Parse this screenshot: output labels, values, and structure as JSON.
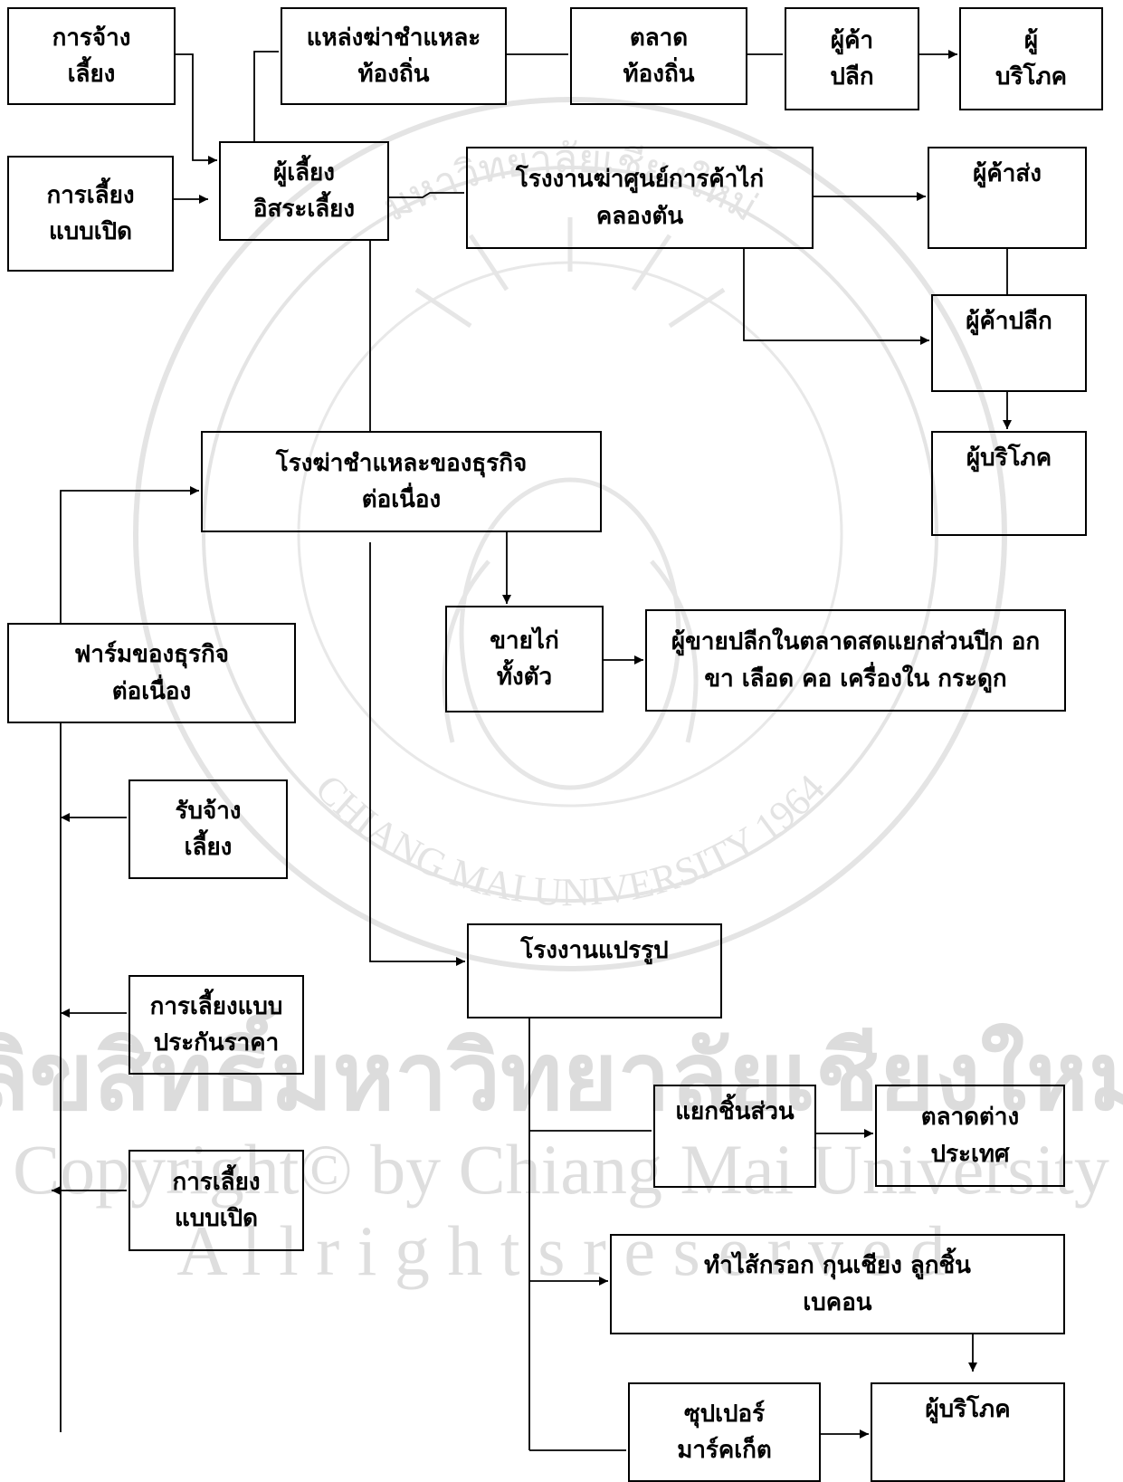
{
  "boxes": {
    "contract_farming": [
      "การจ้าง",
      "เลี้ยง"
    ],
    "open_farming": [
      "การเลี้ยง",
      "แบบเปิด"
    ],
    "local_slaughter": [
      "แหล่งฆ่าชำแหละ",
      "ท้องถิ่น"
    ],
    "local_market": [
      "ตลาด",
      "ท้องถิ่น"
    ],
    "retailer_top": [
      "ผู้ค้า",
      "ปลีก"
    ],
    "consumer_top": [
      "ผู้",
      "บริโภค"
    ],
    "independent_farmer": [
      "ผู้เลี้ยง",
      "อิสระเลี้ยง"
    ],
    "khlong_ton_plant": [
      "โรงงานฆ่าศูนย์การค้าไก่",
      "คลองตัน"
    ],
    "wholesaler": [
      "ผู้ค้าส่ง"
    ],
    "retailer_right": [
      "ผู้ค้าปลีก"
    ],
    "consumer_right": [
      "ผู้บริโภค"
    ],
    "integrator_slaughter": [
      "โรงฆ่าชำแหละของธุรกิจ",
      "ต่อเนื่อง"
    ],
    "whole_chicken": [
      "ขายไก่",
      "ทั้งตัว"
    ],
    "fresh_market_retail": [
      "ผู้ขายปลีกในตลาดสดแยกส่วนปีก อก",
      "ขา  เลือด คอ เครื่องใน กระดูก"
    ],
    "integrator_farm": [
      "ฟาร์มของธุรกิจ",
      "ต่อเนื่อง"
    ],
    "contract_raising": [
      "รับจ้าง",
      "เลี้ยง"
    ],
    "price_guarantee": [
      "การเลี้ยงแบบ",
      "ประกันราคา"
    ],
    "open_farming_2": [
      "การเลี้ยง",
      "แบบเปิด"
    ],
    "processing_plant": [
      "โรงงานแปรรูป"
    ],
    "parts_cutting": [
      "แยกชิ้นส่วน"
    ],
    "foreign_market": [
      "ตลาดต่าง",
      "ประเทศ"
    ],
    "sausage_products": [
      "ทำไส้กรอก  กุนเชียง  ลูกชิ้น",
      "เบคอน"
    ],
    "supermarket": [
      "ซุปเปอร์",
      "มาร์คเก็ต"
    ],
    "consumer_bottom": [
      "ผู้บริโภค"
    ]
  },
  "watermark": {
    "thai": "ลิขสิทธิ์มหาวิทยาลัยเชียงใหม่",
    "copyright": "Copyright© by Chiang Mai University",
    "rights": "A l l   r i g h t s   r e s e r v e d",
    "arc_upper": "มหาวิทยาลัยเชียงใหม่",
    "arc_lower": "CHIANG MAI UNIVERSITY 1964"
  }
}
